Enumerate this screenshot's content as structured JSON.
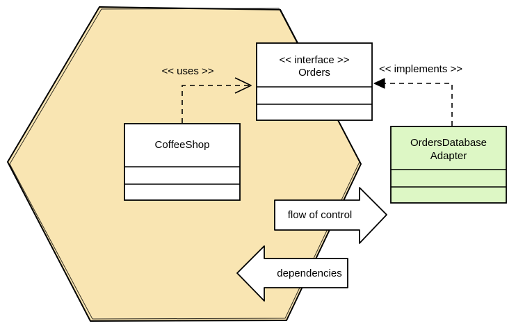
{
  "colors": {
    "hexagon_fill": "#f9e5b2",
    "adapter_fill": "#ddf7c5",
    "box_fill": "#ffffff",
    "stroke": "#000000"
  },
  "orders_interface": {
    "stereotype": "<< interface >>",
    "name": "Orders"
  },
  "coffee_shop": {
    "name": "CoffeeShop"
  },
  "adapter": {
    "name_line1": "OrdersDatabase",
    "name_line2": "Adapter"
  },
  "relations": {
    "uses": "<< uses >>",
    "implements": "<< implements >>"
  },
  "arrows": {
    "flow_of_control": "flow of control",
    "dependencies": "dependencies"
  }
}
